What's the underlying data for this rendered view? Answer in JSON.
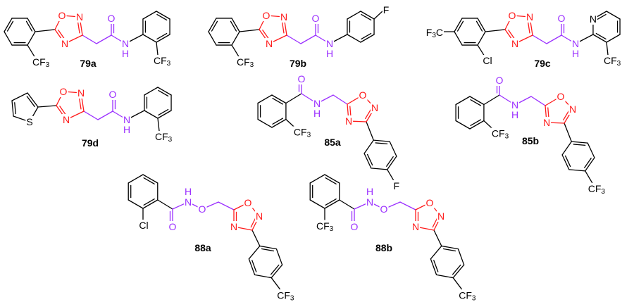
{
  "colors": {
    "ring_bond": "#000000",
    "oxadiazole": "#ff1a1a",
    "linker": "#9b30ff",
    "compound_label": "#000000"
  },
  "atom_labels": {
    "O": "O",
    "N": "N",
    "H": "H",
    "S": "S",
    "F": "F",
    "Cl": "Cl",
    "CF3": {
      "main": "CF",
      "sub": "3"
    },
    "F3C": {
      "a": "F",
      "sub": "3",
      "b": "C"
    }
  },
  "compounds": [
    {
      "id": "79a"
    },
    {
      "id": "79b"
    },
    {
      "id": "79c"
    },
    {
      "id": "79d"
    },
    {
      "id": "85a"
    },
    {
      "id": "85b"
    },
    {
      "id": "88a"
    },
    {
      "id": "88b"
    }
  ]
}
